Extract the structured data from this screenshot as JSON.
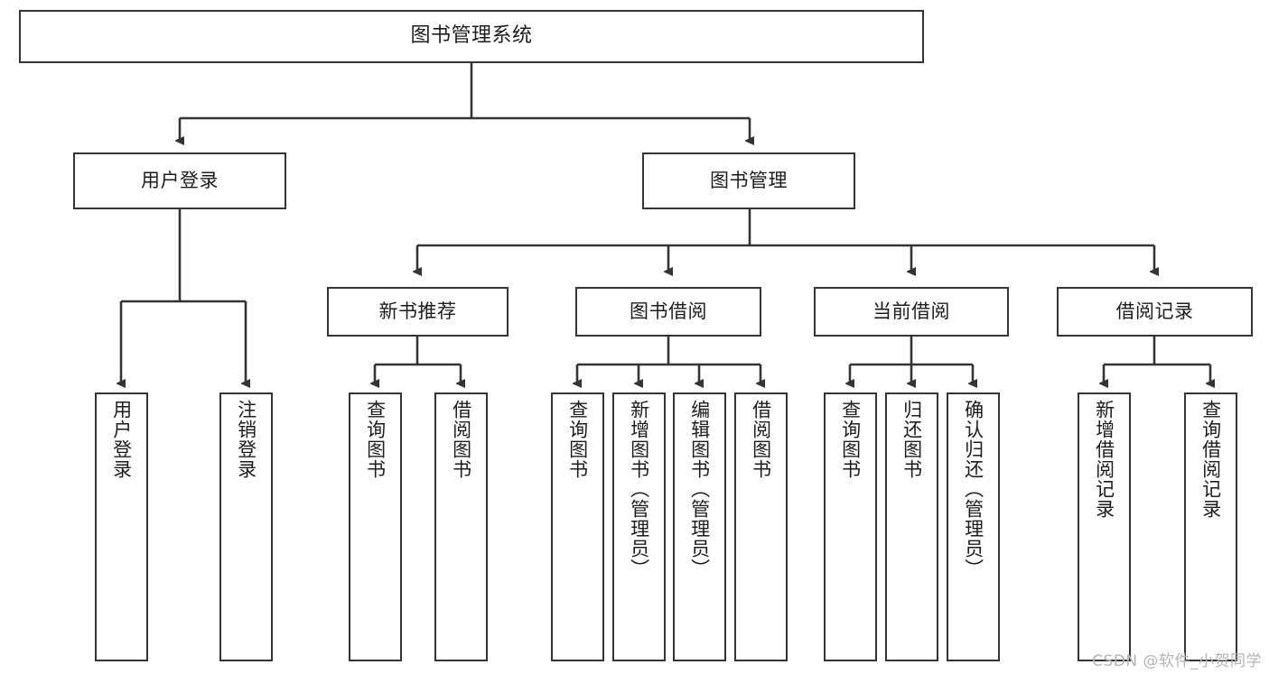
{
  "diagram": {
    "title": "图书管理系统",
    "type": "tree",
    "orientation": "top-down",
    "colors": {
      "box_stroke": "#33333a",
      "box_fill": "#ffffff",
      "line": "#33333a",
      "text": "#1d1d1f",
      "watermark": "#b4b4b8",
      "background": "#ffffff"
    },
    "root": {
      "id": "root",
      "label": "图书管理系统"
    },
    "level1": [
      {
        "id": "user-login",
        "label": "用户登录"
      },
      {
        "id": "book-manage",
        "label": "图书管理"
      }
    ],
    "level2": [
      {
        "id": "new-book-recommend",
        "label": "新书推荐",
        "parent": "book-manage"
      },
      {
        "id": "book-borrow",
        "label": "图书借阅",
        "parent": "book-manage"
      },
      {
        "id": "current-borrow",
        "label": "当前借阅",
        "parent": "book-manage"
      },
      {
        "id": "borrow-record",
        "label": "借阅记录",
        "parent": "book-manage"
      }
    ],
    "leaves": [
      {
        "id": "leaf-user-login",
        "label": "用户登录",
        "parent": "user-login"
      },
      {
        "id": "leaf-user-logout",
        "label": "注销登录",
        "parent": "user-login"
      },
      {
        "id": "leaf-query-book-1",
        "label": "查询图书",
        "parent": "new-book-recommend"
      },
      {
        "id": "leaf-borrow-book-1",
        "label": "借阅图书",
        "parent": "new-book-recommend"
      },
      {
        "id": "leaf-query-book-2",
        "label": "查询图书",
        "parent": "book-borrow"
      },
      {
        "id": "leaf-add-book",
        "label": "新增图书（管理员）",
        "parent": "book-borrow"
      },
      {
        "id": "leaf-edit-book",
        "label": "编辑图书（管理员）",
        "parent": "book-borrow"
      },
      {
        "id": "leaf-borrow-book-2",
        "label": "借阅图书",
        "parent": "book-borrow"
      },
      {
        "id": "leaf-query-book-3",
        "label": "查询图书",
        "parent": "current-borrow"
      },
      {
        "id": "leaf-return-book",
        "label": "归还图书",
        "parent": "current-borrow"
      },
      {
        "id": "leaf-confirm-return",
        "label": "确认归还（管理员）",
        "parent": "current-borrow"
      },
      {
        "id": "leaf-add-record",
        "label": "新增借阅记录",
        "parent": "borrow-record"
      },
      {
        "id": "leaf-query-record",
        "label": "查询借阅记录",
        "parent": "borrow-record"
      }
    ],
    "watermark": "CSDN @软件_小贺同学"
  }
}
